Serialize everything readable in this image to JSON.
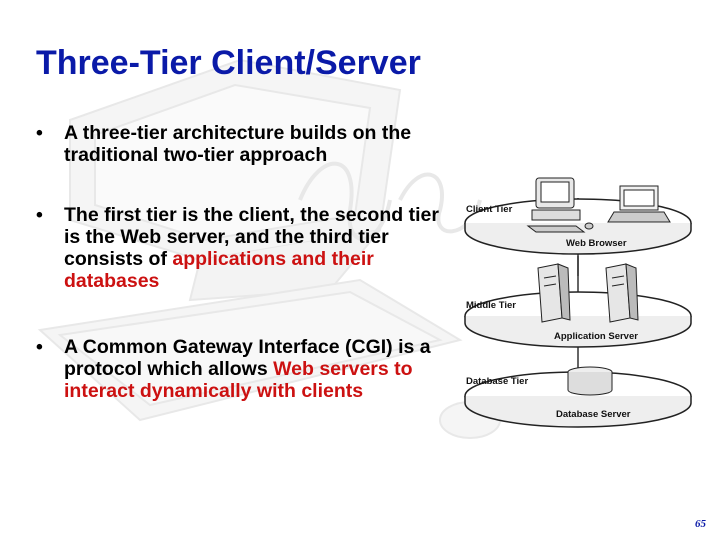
{
  "slide": {
    "title": "Three-Tier Client/Server",
    "page_number": "65"
  },
  "bullets": [
    {
      "segments": [
        {
          "text": "A three-tier architecture builds on the traditional two-tier approach",
          "color": "black"
        }
      ]
    },
    {
      "segments": [
        {
          "text": "The first tier is the client, the second tier is the Web server, and the third tier consists of ",
          "color": "black"
        },
        {
          "text": "applications and their databases",
          "color": "red"
        }
      ]
    },
    {
      "segments": [
        {
          "text": "A Common Gateway Interface (CGI) is a protocol which allows ",
          "color": "black"
        },
        {
          "text": "Web servers to interact dynamically with clients",
          "color": "red"
        }
      ]
    }
  ],
  "diagram": {
    "tiers": [
      {
        "tier_label": "Client Tier",
        "caption": "Web Browser"
      },
      {
        "tier_label": "Middle Tier",
        "caption": "Application Server"
      },
      {
        "tier_label": "Database Tier",
        "caption": "Database Server"
      }
    ]
  },
  "colors": {
    "title": "#0a1aa8",
    "highlight": "#cc1111",
    "text": "#000000"
  }
}
